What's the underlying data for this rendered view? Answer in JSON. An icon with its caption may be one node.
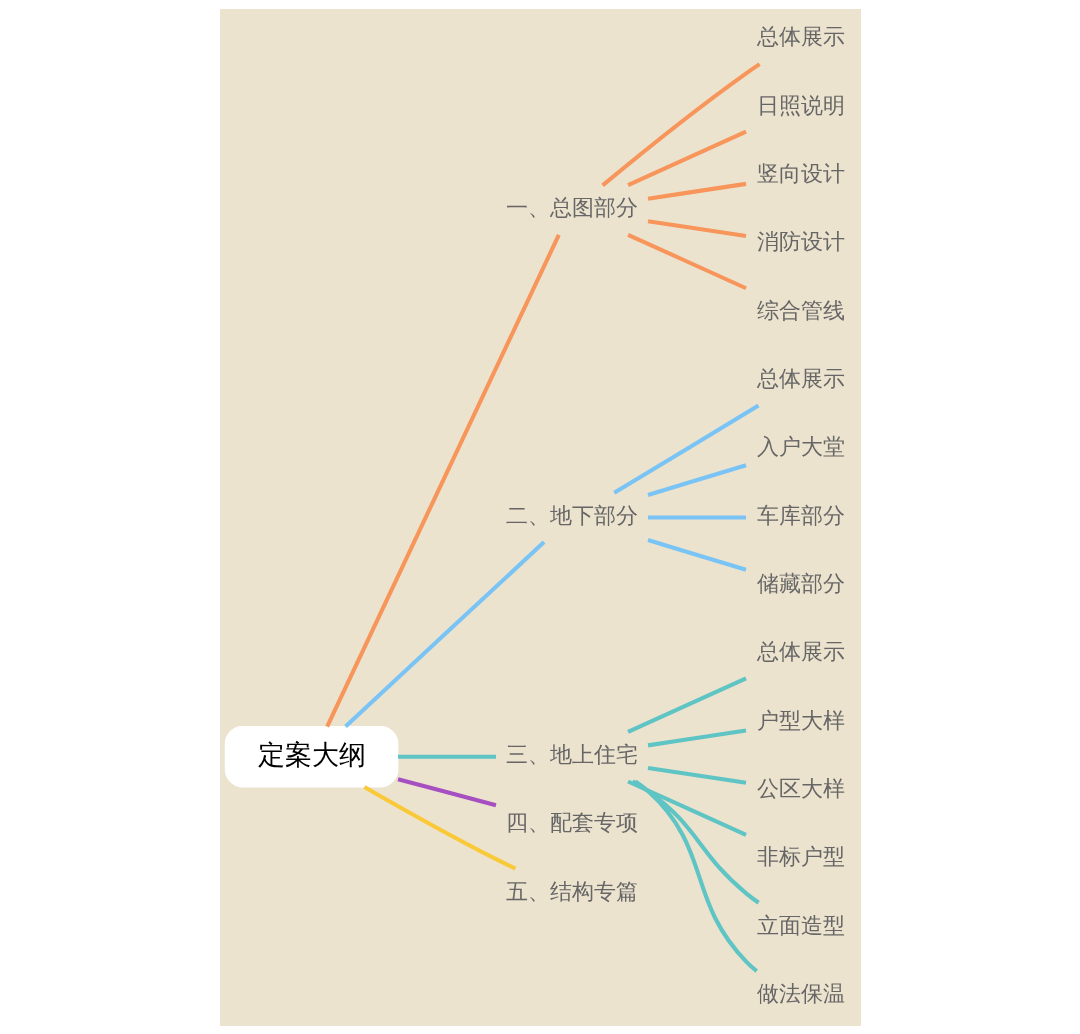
{
  "diagram": {
    "nodes": [
      {
        "text": [
          "定案大纲"
        ]
      },
      {
        "text": [
          "一、总图部分"
        ]
      },
      {
        "text": [
          "总体展示"
        ]
      },
      {
        "text": [
          "日照说明"
        ]
      },
      {
        "text": [
          "竖向设计"
        ]
      },
      {
        "text": [
          "消防设计"
        ]
      },
      {
        "text": [
          "综合管线"
        ]
      },
      {
        "text": [
          "二、地下部分"
        ]
      },
      {
        "text": [
          "总体展示"
        ]
      },
      {
        "text": [
          "入户大堂"
        ]
      },
      {
        "text": [
          "车库部分"
        ]
      },
      {
        "text": [
          "储藏部分"
        ]
      },
      {
        "text": [
          "三、地上住宅"
        ]
      },
      {
        "text": [
          "总体展示"
        ]
      },
      {
        "text": [
          "户型大样"
        ]
      },
      {
        "text": [
          "公区大样"
        ]
      },
      {
        "text": [
          "非标户型"
        ]
      },
      {
        "text": [
          "立面造型"
        ]
      },
      {
        "text": [
          "做法保温"
        ]
      },
      {
        "text": [
          "四、配套专项"
        ]
      },
      {
        "text": [
          "五、结构专篇"
        ]
      }
    ],
    "edges": [
      {
        "from": 0,
        "to": 1,
        "arrow": "none",
        "color": "#f7955b"
      },
      {
        "from": 1,
        "to": 2,
        "arrow": "none",
        "color": "#f7955b"
      },
      {
        "from": 1,
        "to": 3,
        "arrow": "none",
        "color": "#f7955b"
      },
      {
        "from": 1,
        "to": 4,
        "arrow": "none",
        "color": "#f7955b"
      },
      {
        "from": 1,
        "to": 5,
        "arrow": "none",
        "color": "#f7955b"
      },
      {
        "from": 1,
        "to": 6,
        "arrow": "none",
        "color": "#f7955b"
      },
      {
        "from": 0,
        "to": 7,
        "arrow": "none",
        "color": "#7ac4f5"
      },
      {
        "from": 7,
        "to": 8,
        "arrow": "none",
        "color": "#7ac4f5"
      },
      {
        "from": 7,
        "to": 9,
        "arrow": "none",
        "color": "#7ac4f5"
      },
      {
        "from": 7,
        "to": 10,
        "arrow": "none",
        "color": "#7ac4f5"
      },
      {
        "from": 7,
        "to": 11,
        "arrow": "none",
        "color": "#7ac4f5"
      },
      {
        "from": 0,
        "to": 12,
        "arrow": "none",
        "color": "#5fc4c4"
      },
      {
        "from": 12,
        "to": 13,
        "arrow": "none",
        "color": "#5fc4c4"
      },
      {
        "from": 12,
        "to": 14,
        "arrow": "none",
        "color": "#5fc4c4"
      },
      {
        "from": 12,
        "to": 15,
        "arrow": "none",
        "color": "#5fc4c4"
      },
      {
        "from": 12,
        "to": 16,
        "arrow": "none",
        "color": "#5fc4c4"
      },
      {
        "from": 12,
        "to": 17,
        "arrow": "none",
        "color": "#5fc4c4"
      },
      {
        "from": 12,
        "to": 18,
        "arrow": "none",
        "color": "#5fc4c4"
      },
      {
        "from": 0,
        "to": 19,
        "arrow": "none",
        "color": "#a64fc0"
      },
      {
        "from": 0,
        "to": 20,
        "arrow": "none",
        "color": "#f9c93a"
      }
    ]
  }
}
